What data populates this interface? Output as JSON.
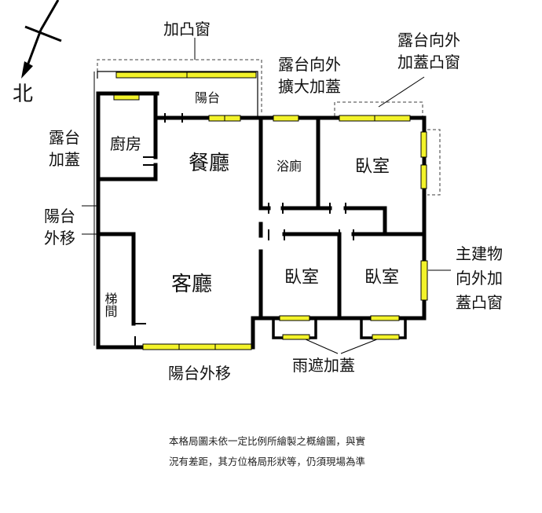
{
  "compass": {
    "north_label": "北"
  },
  "rooms": {
    "kitchen": "廚房",
    "dining": "餐廳",
    "living": "客廳",
    "bath": "浴廁",
    "bedroom_top": "臥室",
    "bedroom_mid": "臥室",
    "bedroom_right": "臥室",
    "stairs": "梯間",
    "balcony": "陽台"
  },
  "annotations": {
    "bay_window_top": "加凸窗",
    "terrace_expand_line1": "露台向外",
    "terrace_expand_line2": "擴大加蓋",
    "terrace_bay_line1": "露台向外",
    "terrace_bay_line2": "加蓋凸窗",
    "terrace_cover_line1": "露台",
    "terrace_cover_line2": "加蓋",
    "balcony_move_left_line1": "陽台",
    "balcony_move_left_line2": "外移",
    "main_bay_line1": "主建物",
    "main_bay_line2": "向外加",
    "main_bay_line3": "蓋凸窗",
    "balcony_move_bottom": "陽台外移",
    "canopy": "雨遮加蓋"
  },
  "footer_note": {
    "line1": "本格局圖未依一定比例所繪製之概繪圖，與實",
    "line2": "況有差距，其方位格局形狀等，仍須現場為準"
  },
  "colors": {
    "wall": "#000000",
    "window": "#f3f32a",
    "dash": "#666666"
  }
}
